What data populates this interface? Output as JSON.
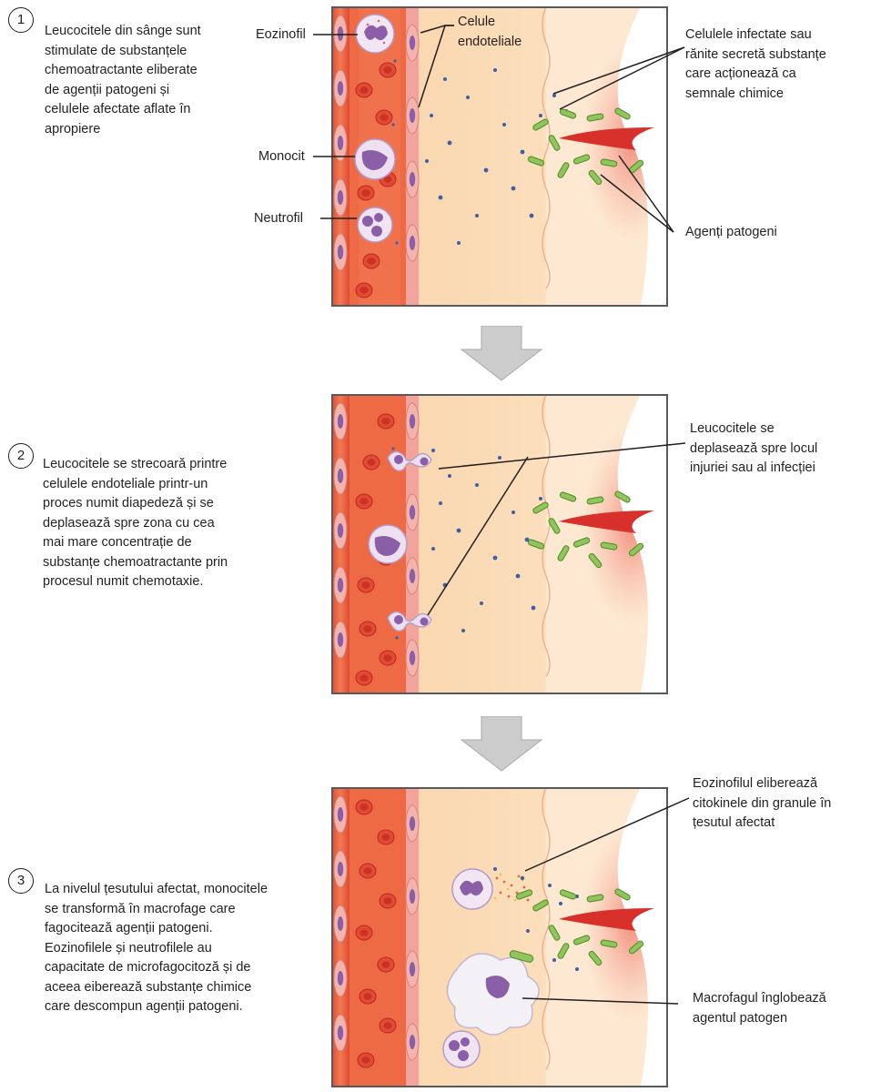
{
  "step1": {
    "number": "1",
    "text": "Leucocitele din sânge sunt\nstimulate de substanțele\nchemoatractante eliberate\nde agenții patogeni și\ncelulele afectate aflate în\napropiere",
    "label_eosinophil": "Eozinofil",
    "label_endothelial": "Celule\nendoteliale",
    "label_monocyte": "Monocit",
    "label_neutrophil": "Neutrofil",
    "label_signals": "Celulele infectate sau\nrănite secretă substanțe\ncare acționează ca\nsemnale chimice",
    "label_pathogens": "Agenți patogeni"
  },
  "step2": {
    "number": "2",
    "text": "Leucocitele se strecoară printre\ncelulele endoteliale printr-un\nproces numit diapedeză și se\ndeplasează spre zona cu cea\nmai mare concentrație de\nsubstanțe chemoatractante prin\nprocesul numit chemotaxie.",
    "label_migrate": "Leucocitele se\ndeplasează spre locul\ninjuriei sau al infecției"
  },
  "step3": {
    "number": "3",
    "text": "La nivelul țesutului afectat, monocitele\nse transformă în macrofage care\nfagocitează agenții patogeni.\nEozinofilele și neutrofilele au\ncapacitate de microfagocitoză și de\naceea eiberează substanțe chimice\ncare descompun agenții patogeni.",
    "label_cytokines": "Eozinofilul eliberează\ncitokinele din granule în\nțesutul afectat",
    "label_macrophage": "Macrofagul înglobează\nagentul patogen"
  },
  "colors": {
    "vessel": "#e8543a",
    "endothelium": "#f2a9a4",
    "tissue": "#fbd9b4",
    "nucleus": "#8b5fa8",
    "bacteria": "#8fc55a",
    "chemo_dots": "#3e5fa8",
    "arrow": "#cccccc"
  }
}
